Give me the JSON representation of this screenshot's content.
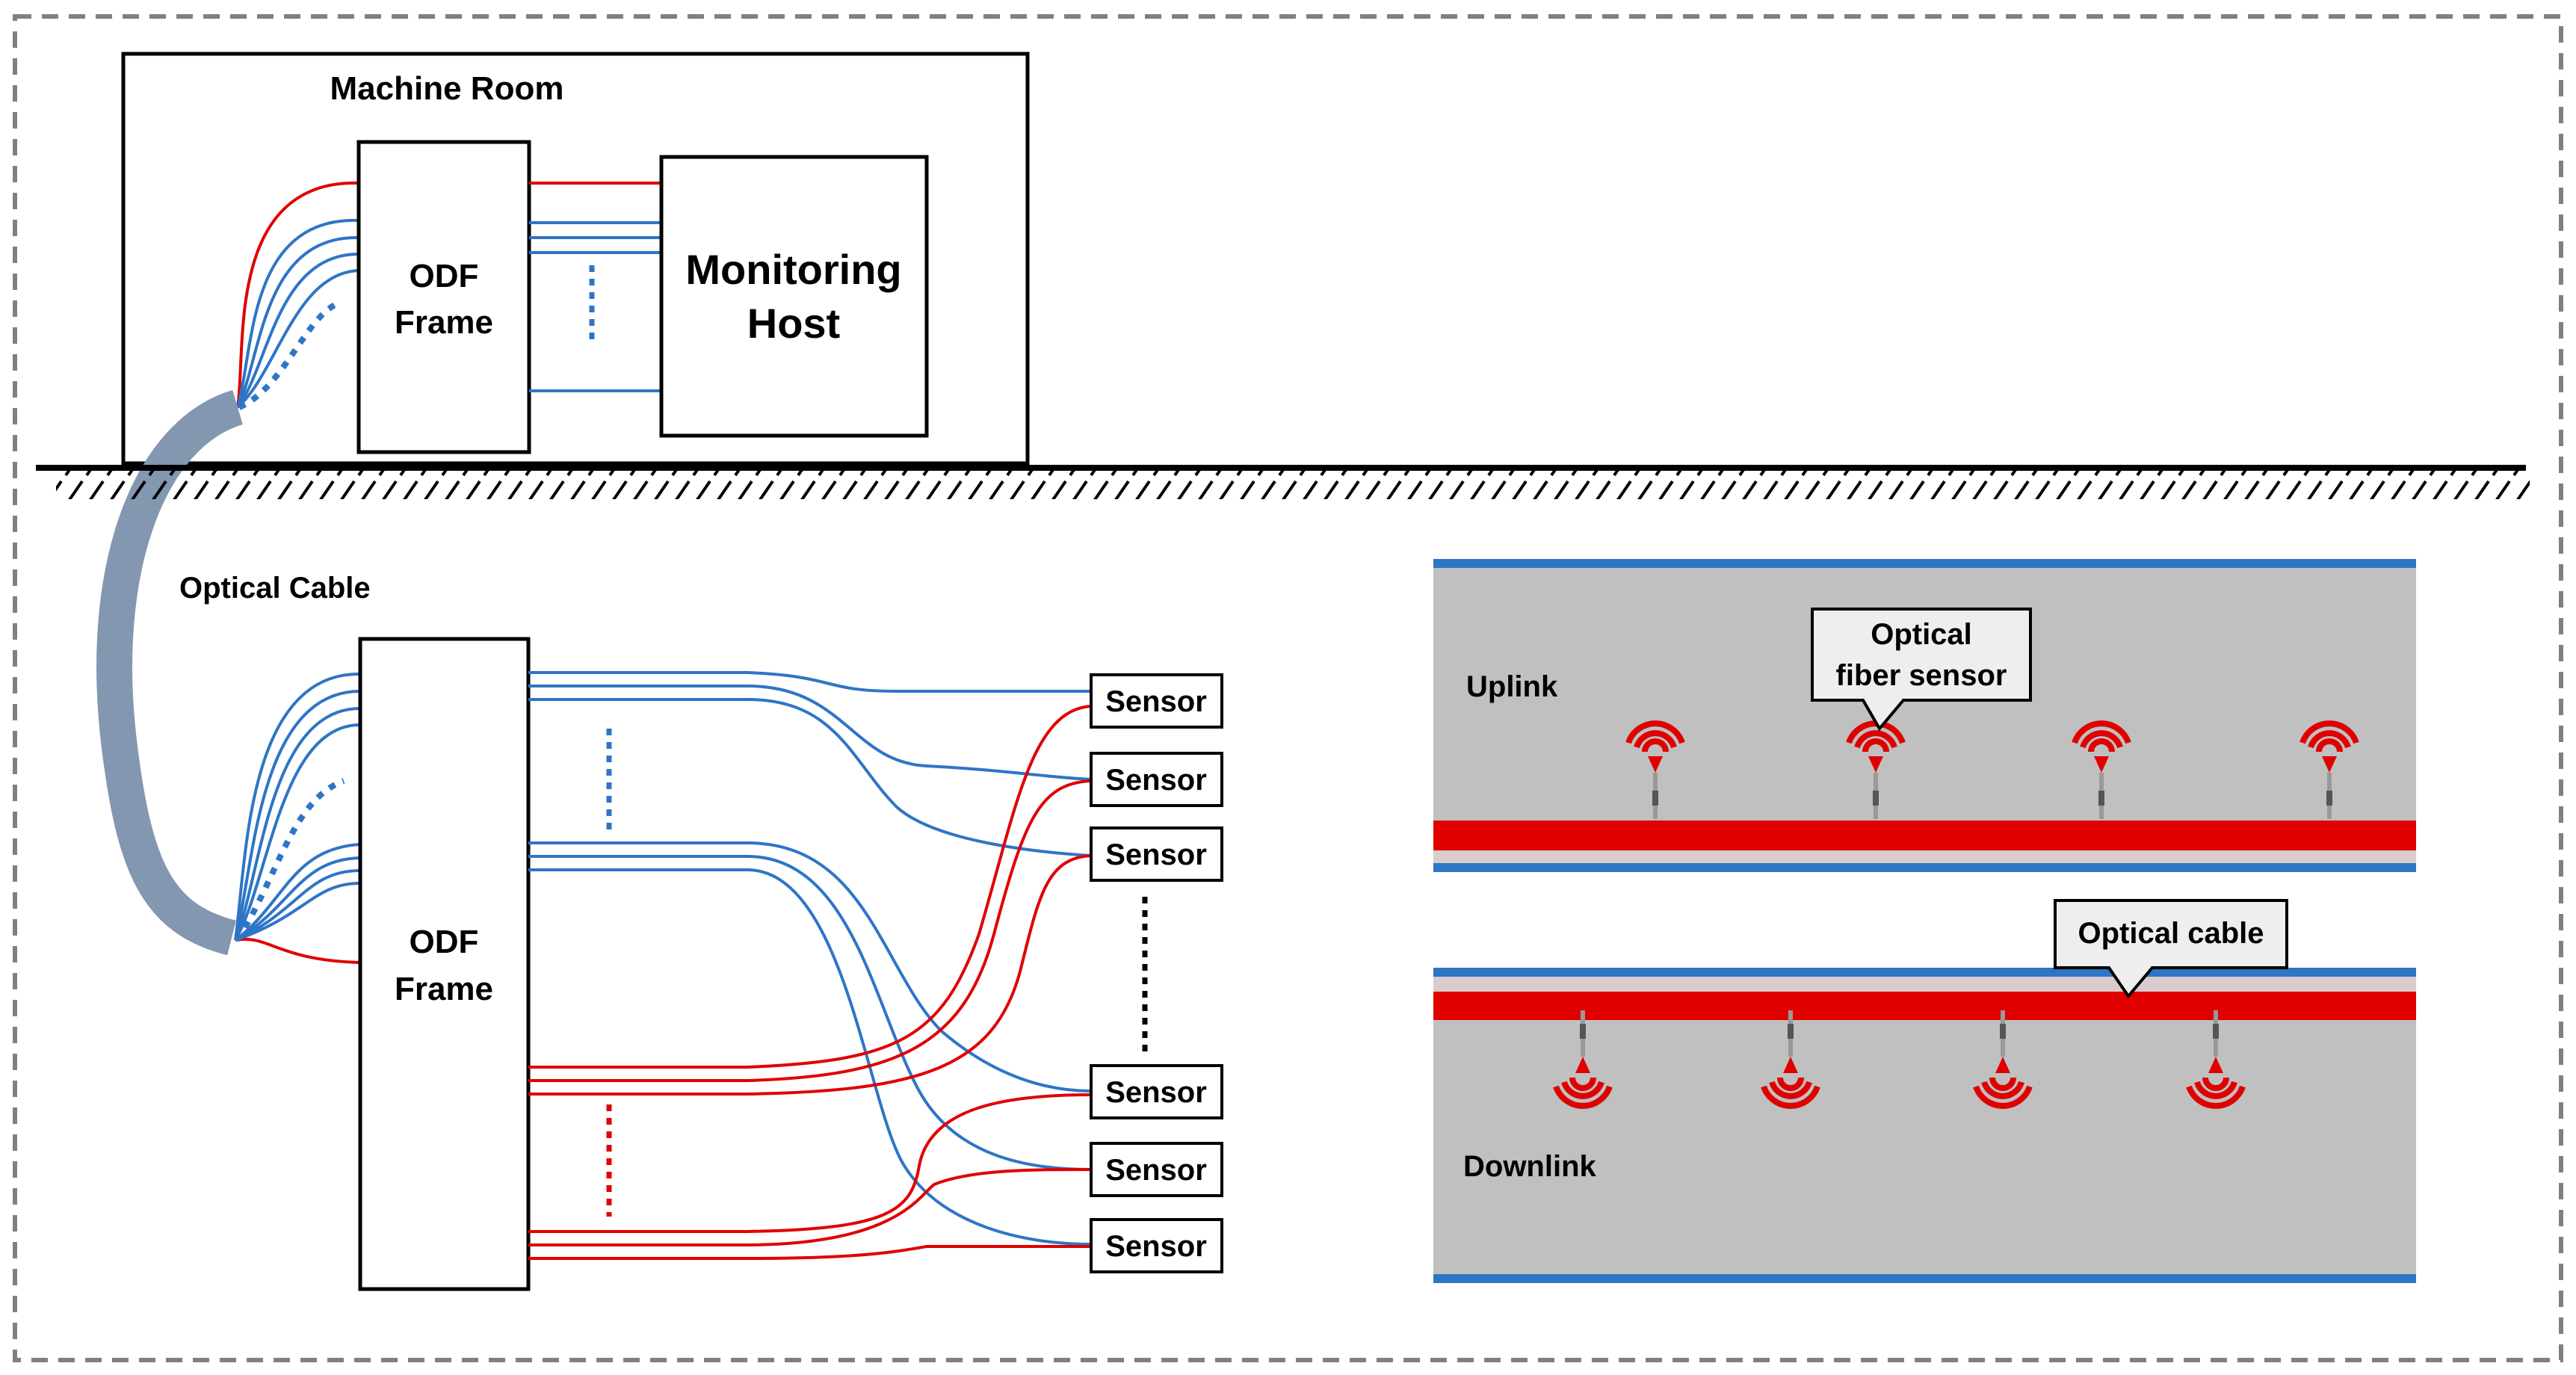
{
  "labels": {
    "machine_room": "Machine Room",
    "odf_top_line1": "ODF",
    "odf_top_line2": "Frame",
    "host_line1": "Monitoring",
    "host_line2": "Host",
    "optical_cable": "Optical Cable",
    "odf_bottom_line1": "ODF",
    "odf_bottom_line2": "Frame",
    "sensors": [
      "Sensor",
      "Sensor",
      "Sensor",
      "Sensor",
      "Sensor",
      "Sensor"
    ],
    "uplink": "Uplink",
    "downlink": "Downlink",
    "callout_sensor_line1": "Optical",
    "callout_sensor_line2": "fiber sensor",
    "callout_cable": "Optical cable"
  },
  "colors": {
    "fiber_red": "#e00000",
    "fiber_blue": "#2e75c6",
    "cable_gray": "#8497b0",
    "tunnel_fill": "#c0c0c0",
    "rail_blue": "#2e75c6",
    "callout_fill": "#eeeeee",
    "border_dashed": "#808080"
  },
  "icons": {
    "sensor_symbol": "wireless-signal-icon"
  }
}
